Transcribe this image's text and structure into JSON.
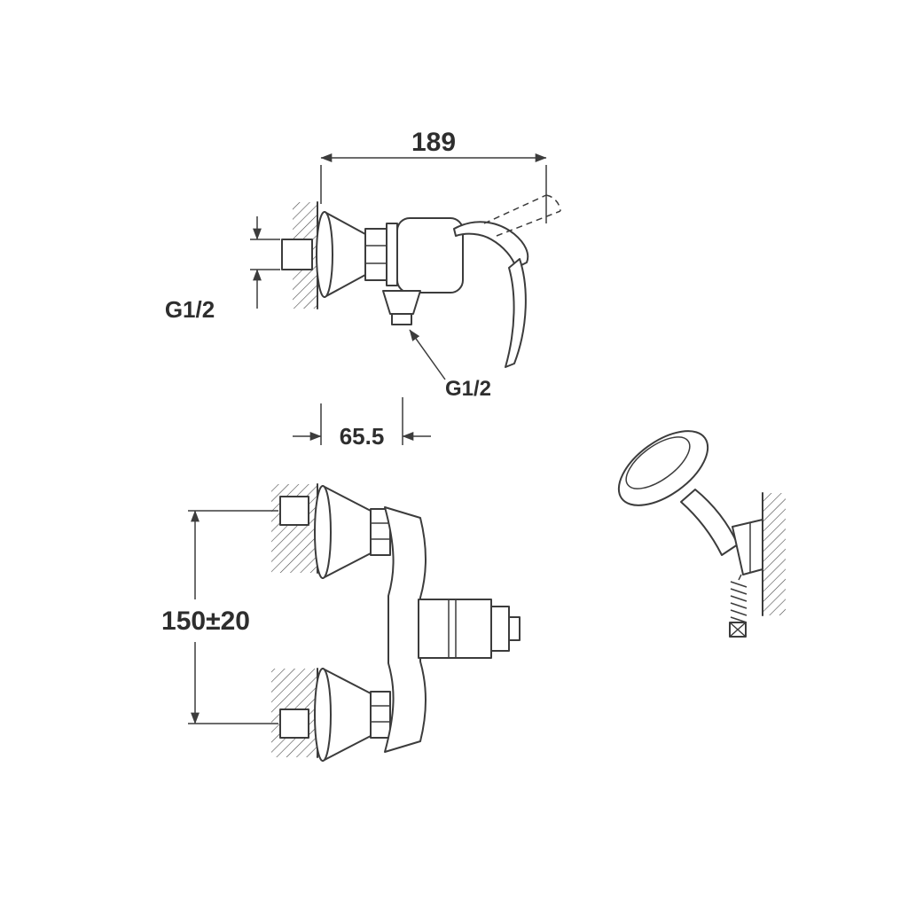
{
  "diagram": {
    "background": "#ffffff",
    "line_color": "#3c3c3c",
    "text_color": "#2e2e2e",
    "labels": [
      {
        "id": "dim-width",
        "text": "189"
      },
      {
        "id": "thread-inlet",
        "text": "G1/2"
      },
      {
        "id": "thread-outlet",
        "text": "G1/2"
      },
      {
        "id": "dim-offset",
        "text": "65.5"
      },
      {
        "id": "dim-height",
        "text": "150±20"
      }
    ]
  }
}
